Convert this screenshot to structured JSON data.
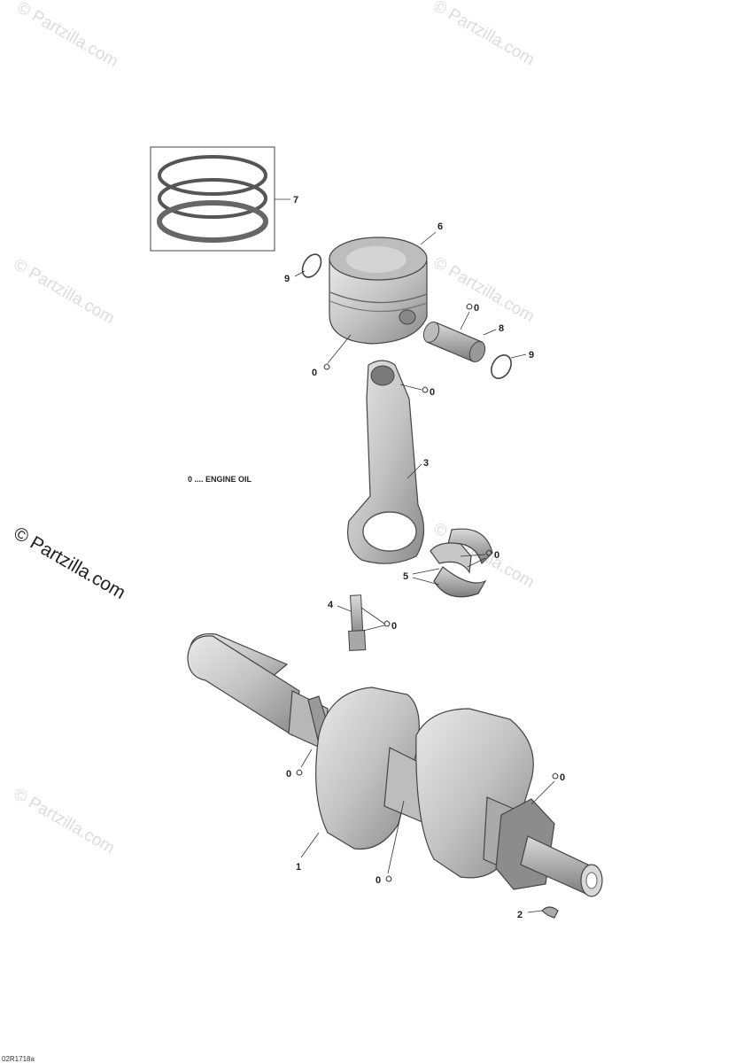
{
  "watermark": {
    "text": "© Partzilla.com"
  },
  "legend": {
    "text": "0 .... ENGINE OIL"
  },
  "diagram_ref": "02R1718a",
  "callouts": {
    "c7": "7",
    "c6": "6",
    "c9a": "9",
    "c9b": "9",
    "c8": "8",
    "c3": "3",
    "c5": "5",
    "c4": "4",
    "c1": "1",
    "c2": "2"
  },
  "oil_marks": {
    "o1": "0",
    "o2": "0",
    "o3": "0",
    "o4": "0",
    "o5": "0",
    "o6": "0",
    "o7": "0",
    "o8": "0"
  },
  "colors": {
    "part_fill": "#cfcfcf",
    "part_shadow": "#8e8e8e",
    "watermark": "#dcdcdc"
  }
}
